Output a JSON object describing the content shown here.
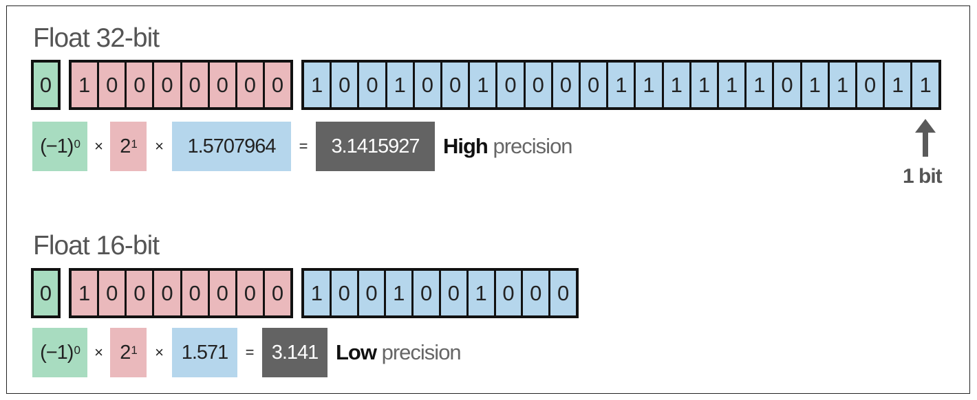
{
  "fp32": {
    "title": "Float 32-bit",
    "sign_bits": [
      "0"
    ],
    "exponent_bits": [
      "1",
      "0",
      "0",
      "0",
      "0",
      "0",
      "0",
      "0"
    ],
    "mantissa_bits": [
      "1",
      "0",
      "0",
      "1",
      "0",
      "0",
      "1",
      "0",
      "0",
      "0",
      "0",
      "1",
      "1",
      "1",
      "1",
      "1",
      "1",
      "0",
      "1",
      "1",
      "0",
      "1",
      "1"
    ],
    "formula": {
      "sign_base": "(−1)",
      "sign_exp": "0",
      "times1": "×",
      "exp_base": "2",
      "exp_exp": "1",
      "times2": "×",
      "mantissa": "1.5707964",
      "equals": "=",
      "result": "3.1415927",
      "precision_bold": "High",
      "precision_rest": " precision"
    },
    "annotation": "1 bit"
  },
  "fp16": {
    "title": "Float 16-bit",
    "sign_bits": [
      "0"
    ],
    "exponent_bits": [
      "1",
      "0",
      "0",
      "0",
      "0",
      "0",
      "0",
      "0"
    ],
    "mantissa_bits": [
      "1",
      "0",
      "0",
      "1",
      "0",
      "0",
      "1",
      "0",
      "0",
      "0"
    ],
    "formula": {
      "sign_base": "(−1)",
      "sign_exp": "0",
      "times1": "×",
      "exp_base": "2",
      "exp_exp": "1",
      "times2": "×",
      "mantissa": "1.571",
      "equals": "=",
      "result": "3.141",
      "precision_bold": "Low",
      "precision_rest": " precision"
    }
  },
  "colors": {
    "sign": "#a8dcc0",
    "exponent": "#eab9bc",
    "mantissa": "#b5d6ec",
    "result": "#636363"
  }
}
